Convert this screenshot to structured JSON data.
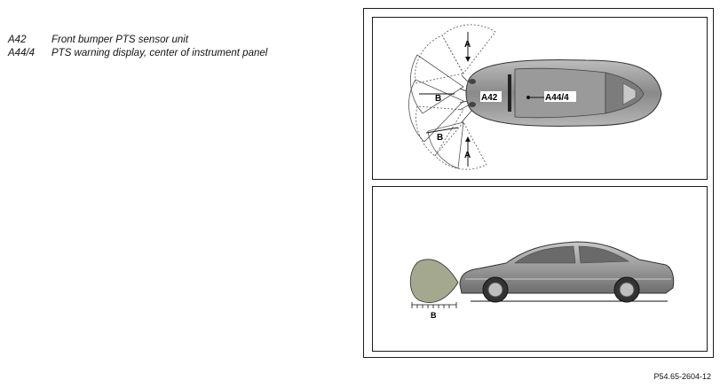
{
  "legend": [
    {
      "code": "A42",
      "description": "Front bumper PTS sensor unit"
    },
    {
      "code": "A44/4",
      "description": "PTS warning display, center of instrument panel"
    }
  ],
  "top_view": {
    "zone_a_label": "A",
    "zone_b_label": "B",
    "sensor_label": "A42",
    "display_label": "A44/4"
  },
  "side_view": {
    "range_label": "B"
  },
  "figure_reference": "P54.65-2604-12"
}
